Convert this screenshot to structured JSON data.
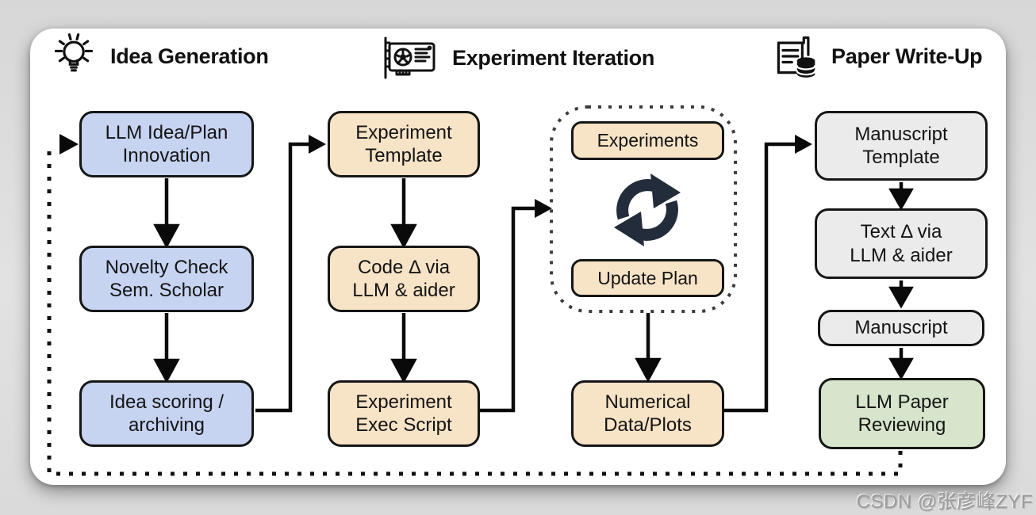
{
  "sections": [
    {
      "label": "Idea Generation",
      "icon": "lightbulb-icon"
    },
    {
      "label": "Experiment Iteration",
      "icon": "gpu-icon"
    },
    {
      "label": "Paper Write-Up",
      "icon": "paper-stack-icon"
    }
  ],
  "boxes": {
    "llm_idea_plan": {
      "label": "LLM Idea/Plan\nInnovation",
      "fill": "#c6d3f1"
    },
    "novelty_check": {
      "label": "Novelty Check\nSem. Scholar",
      "fill": "#c6d3f1"
    },
    "idea_scoring": {
      "label": "Idea scoring /\narchiving",
      "fill": "#c6d3f1"
    },
    "experiment_template": {
      "label": "Experiment\nTemplate",
      "fill": "#f7e3c6"
    },
    "code_delta": {
      "label": "Code Δ via\nLLM & aider",
      "fill": "#f7e3c6"
    },
    "experiment_exec": {
      "label": "Experiment\nExec Script",
      "fill": "#f7e3c6"
    },
    "experiments": {
      "label": "Experiments",
      "fill": "#f7e3c6"
    },
    "update_plan": {
      "label": "Update Plan",
      "fill": "#f7e3c6"
    },
    "numerical_data": {
      "label": "Numerical\nData/Plots",
      "fill": "#f7e3c6"
    },
    "manuscript_template": {
      "label": "Manuscript\nTemplate",
      "fill": "#ebebeb"
    },
    "text_delta": {
      "label": "Text Δ via\nLLM & aider",
      "fill": "#ebebeb"
    },
    "manuscript": {
      "label": "Manuscript",
      "fill": "#ebebeb"
    },
    "llm_paper_reviewing": {
      "label": "LLM Paper\nReviewing",
      "fill": "#d6e5cb"
    }
  },
  "icons": {
    "cycle": "cycle-icon (iterative experiment loop)"
  },
  "colors": {
    "connector": "#0a0a0a",
    "box_border": "#161616",
    "dotted_loop": "#111111",
    "dotted_container": "#3d3d3d",
    "cycle_icon": "#232c3b",
    "card_background": "#ffffff",
    "page_background": "#dcdcdc"
  },
  "watermark": {
    "text": "CSDN @张彦峰ZYF",
    "color": "#9c9c9c"
  }
}
